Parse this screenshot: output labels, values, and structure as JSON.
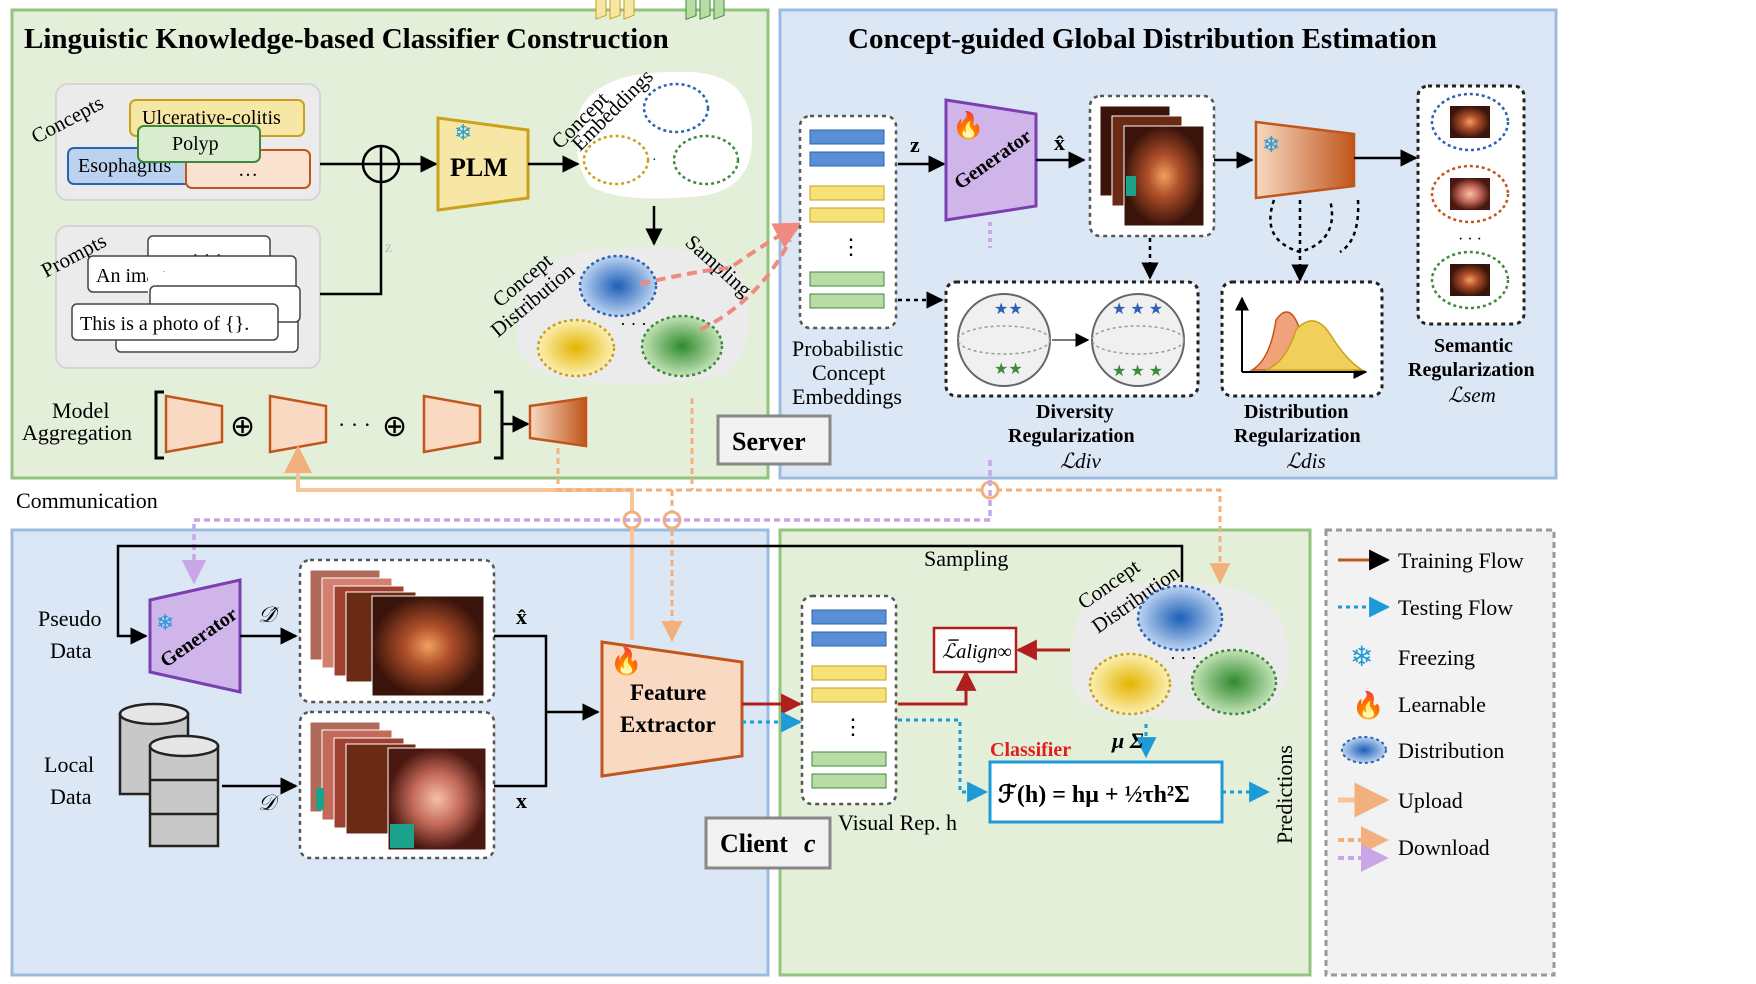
{
  "panels": {
    "top_left_title": "Linguistic Knowledge-based Classifier Construction",
    "top_right_title": "Concept-guided Global Distribution Estimation",
    "server_label": "Server",
    "client_label": "Client",
    "client_var": "c"
  },
  "concepts": {
    "label": "Concepts",
    "items": [
      "Ulcerative-colitis",
      "Polyp",
      "Esophagitis",
      "…"
    ]
  },
  "prompts": {
    "label": "Prompts",
    "items": [
      "· · ·",
      "An image",
      "This is a photo of {}."
    ]
  },
  "plm": "PLM",
  "z_label": "z",
  "concept_embeddings_label": [
    "Concept",
    "Embeddings"
  ],
  "concept_distribution_label": [
    "Concept",
    "Distribution"
  ],
  "sampling_label": "Sampling",
  "model_aggregation_label": [
    "Model",
    "Aggregation"
  ],
  "ellipsis": "· · ·",
  "probabilistic_label": [
    "Probabilistic",
    "Concept",
    "Embeddings"
  ],
  "generator_label": "Generator",
  "x_hat": "x̂",
  "diversity_label": [
    "Diversity",
    "Regularization"
  ],
  "diversity_loss": "ℒdiv",
  "distribution_reg_label": [
    "Distribution",
    "Regularization"
  ],
  "distribution_loss": "ℒdis",
  "semantic_label": [
    "Semantic",
    "Regularization"
  ],
  "semantic_loss": "ℒsem",
  "communication_label": "Communication",
  "pseudo_data_label": [
    "Pseudo",
    "Data"
  ],
  "local_data_label": [
    "Local",
    "Data"
  ],
  "d_hat": "𝒟̂",
  "d": "𝒟",
  "x": "x",
  "feature_extractor_label": [
    "Feature",
    "Extractor"
  ],
  "visual_rep_label": "Visual Rep. h",
  "client_sampling_label": "Sampling",
  "align_loss": "ℒ̅align∞",
  "mu_sigma": "μ  Σ",
  "classifier_label": "Classifier",
  "classifier_formula": "ℱ(h) = hμ + ½τh²Σ",
  "predictions_label": "Predictions",
  "legend": {
    "items": [
      {
        "label": "Training Flow",
        "icon": "training-flow-arrow",
        "color": "#c0561c"
      },
      {
        "label": "Testing Flow",
        "icon": "testing-flow-arrow",
        "color": "#1e9bd7"
      },
      {
        "label": "Freezing",
        "icon": "snowflake",
        "color": "#1e9bd7"
      },
      {
        "label": "Learnable",
        "icon": "flame",
        "color": "#e0201b"
      },
      {
        "label": "Distribution",
        "icon": "blue-ellipse",
        "color": "#3a6fc4"
      },
      {
        "label": "Upload",
        "icon": "upload-arrow",
        "color": "#f8c49a"
      },
      {
        "label": "Download",
        "icon": "download-arrows",
        "color": "#c9a6e6"
      }
    ]
  },
  "colors": {
    "green_panel": "#e3efd8",
    "blue_panel": "#dce7f5",
    "generator": "#cfb5ea",
    "extractor": "#f9d9c2",
    "plm": "#f7e7a6"
  }
}
